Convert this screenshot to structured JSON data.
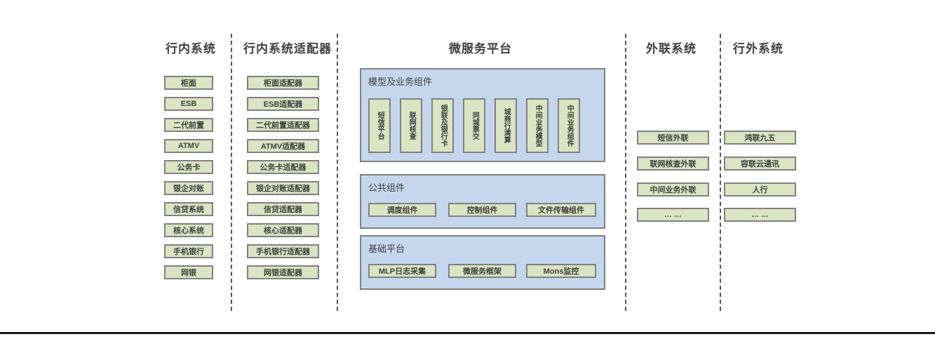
{
  "colors": {
    "green_fill": "#d9e5c3",
    "green_border": "#808080",
    "blue_fill": "#c4d7ed",
    "blue_border": "#808080",
    "text": "#3f3f3f",
    "dashed_line": "#555555",
    "bottom_rule": "#1a1a1a"
  },
  "columns": {
    "inbank": {
      "title": "行内系统",
      "items": [
        "柜面",
        "ESB",
        "二代前置",
        "ATMV",
        "公务卡",
        "银企对账",
        "信贷系统",
        "核心系统",
        "手机银行",
        "网银"
      ]
    },
    "adapter": {
      "title": "行内系统适配器",
      "items": [
        "柜面适配器",
        "ESB适配器",
        "二代前置适配器",
        "ATMV适配器",
        "公务卡适配器",
        "银企对账适配器",
        "信贷适配器",
        "核心适配器",
        "手机银行适配器",
        "网银适配器"
      ]
    },
    "platform": {
      "title": "微服务平台",
      "model_group": {
        "title": "模型及业务组件",
        "items": [
          "短信平台",
          "联网核查",
          "银联及银行卡",
          "同城票交",
          "城商行清算",
          "中间业务模型",
          "中间业务组件"
        ]
      },
      "common_group": {
        "title": "公共组件",
        "items": [
          "调度组件",
          "控制组件",
          "文件传输组件"
        ]
      },
      "base_group": {
        "title": "基础平台",
        "items": [
          "MLP日志采集",
          "微服务框架",
          "Mons监控"
        ]
      }
    },
    "outlink": {
      "title": "外联系统",
      "items": [
        "短信外联",
        "联网核查外联",
        "中间业务外联",
        "… …"
      ]
    },
    "outbank": {
      "title": "行外系统",
      "items": [
        "鸿联九五",
        "容联云通讯",
        "人行",
        "… …"
      ]
    }
  }
}
